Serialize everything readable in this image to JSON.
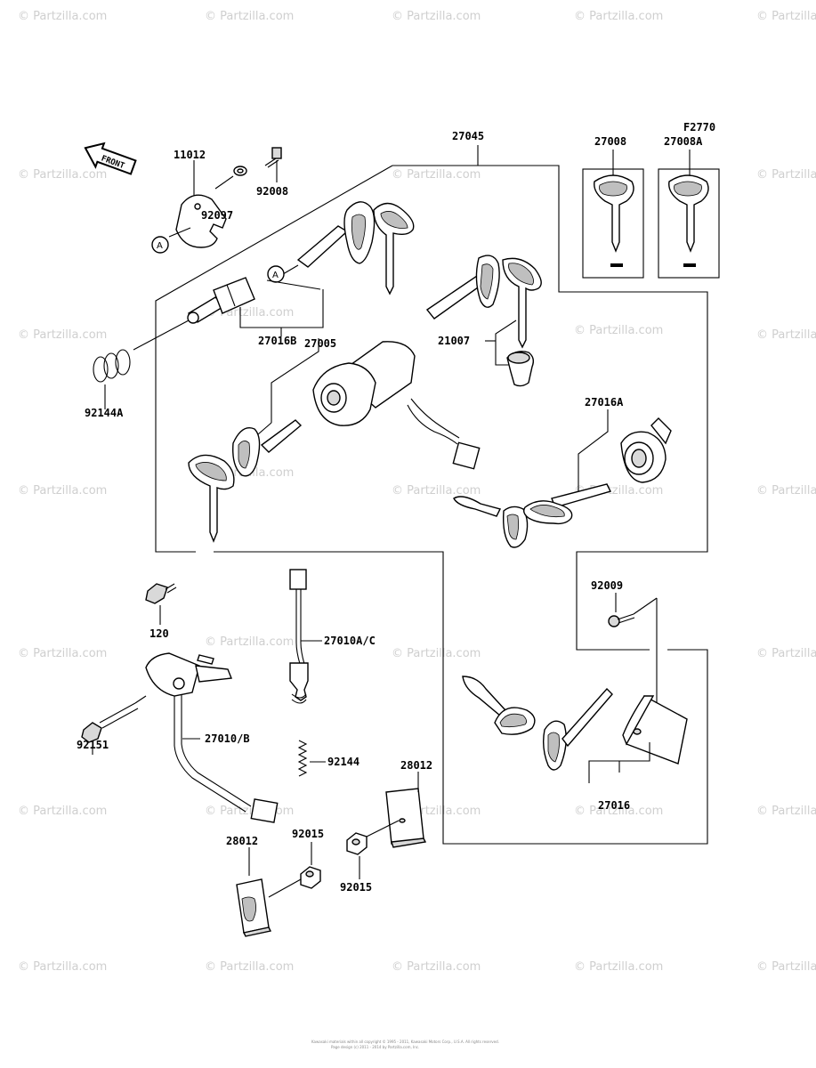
{
  "watermark": "© Partzilla.com",
  "figure_code": "F2770",
  "front_label": "FRONT",
  "callout_a": "A",
  "labels": {
    "p27045": "27045",
    "p27008": "27008",
    "p27008a": "27008A",
    "p11012": "11012",
    "p92008": "92008",
    "p92097": "92097",
    "p27016b": "27016B",
    "p27005": "27005",
    "p21007": "21007",
    "p92144a": "92144A",
    "p27016a": "27016A",
    "p92009": "92009",
    "p120": "120",
    "p27010ac": "27010A/C",
    "p92151": "92151",
    "p27010b": "27010/B",
    "p92144": "92144",
    "p28012a": "28012",
    "p28012b": "28012",
    "p92015a": "92015",
    "p92015b": "92015",
    "p27016": "27016"
  },
  "footer_line1": "Kawasaki materials within all copyright © 1995 - 2011, Kawasaki Motors Corp., U.S.A. All rights reserved.",
  "footer_line2": "Page design (c) 2011 - 2014 by Partzilla.com, Inc."
}
